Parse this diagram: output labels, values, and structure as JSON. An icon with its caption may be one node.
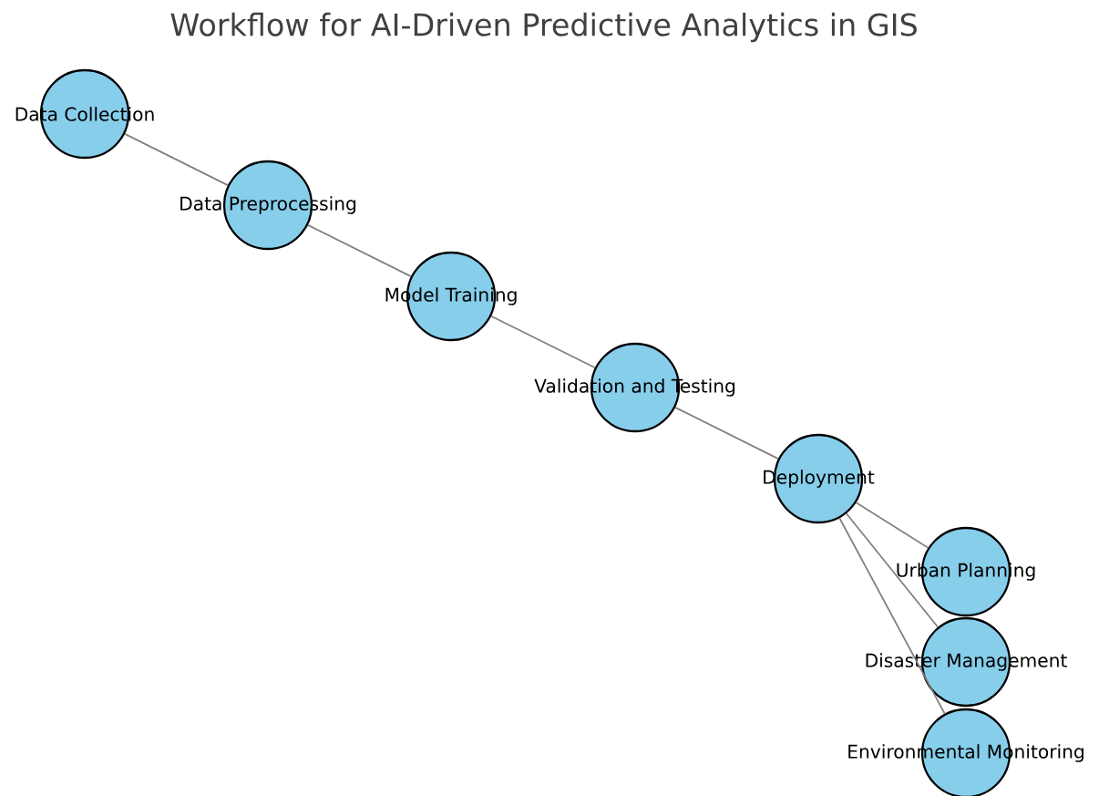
{
  "diagram": {
    "title": "Workflow for AI-Driven Predictive Analytics in GIS",
    "nodes": [
      {
        "text": [
          "Data Collection"
        ]
      },
      {
        "text": [
          "Data Preprocessing"
        ]
      },
      {
        "text": [
          "Model Training"
        ]
      },
      {
        "text": [
          "Validation and Testing"
        ]
      },
      {
        "text": [
          "Deployment"
        ]
      },
      {
        "text": [
          "Urban Planning"
        ]
      },
      {
        "text": [
          "Disaster Management"
        ]
      },
      {
        "text": [
          "Environmental Monitoring"
        ]
      }
    ],
    "edges": [
      {
        "from": 0,
        "to": 1,
        "arrow": "none"
      },
      {
        "from": 1,
        "to": 2,
        "arrow": "none"
      },
      {
        "from": 2,
        "to": 3,
        "arrow": "none"
      },
      {
        "from": 3,
        "to": 4,
        "arrow": "none"
      },
      {
        "from": 4,
        "to": 5,
        "arrow": "none"
      },
      {
        "from": 4,
        "to": 6,
        "arrow": "none"
      },
      {
        "from": 4,
        "to": 7,
        "arrow": "none"
      }
    ]
  }
}
